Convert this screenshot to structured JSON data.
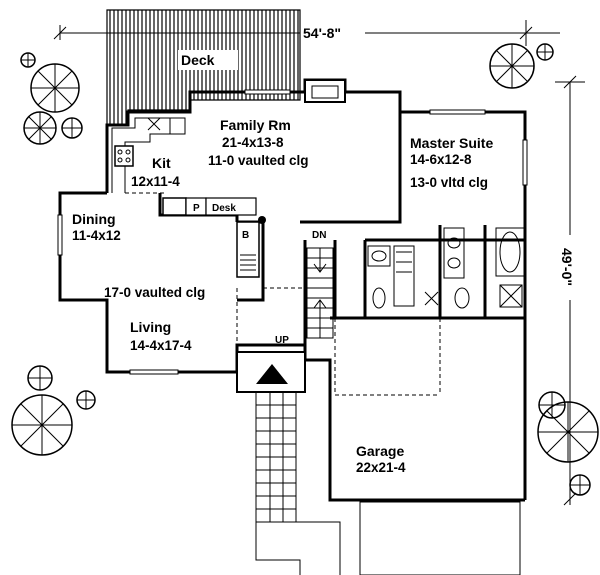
{
  "dimensions": {
    "width_label": "54'-8\"",
    "depth_label": "49'-0\""
  },
  "rooms": {
    "deck": {
      "name": "Deck"
    },
    "family": {
      "name": "Family Rm",
      "size": "21-4x13-8",
      "note": "11-0 vaulted clg"
    },
    "master": {
      "name": "Master Suite",
      "size": "14-6x12-8",
      "note": "13-0 vltd clg"
    },
    "kit": {
      "name": "Kit",
      "size": "12x11-4"
    },
    "dining": {
      "name": "Dining",
      "size": "11-4x12"
    },
    "living": {
      "name": "Living",
      "size": "14-4x17-4",
      "note": "17-0 vaulted clg"
    },
    "garage": {
      "name": "Garage",
      "size": "22x21-4"
    }
  },
  "labels": {
    "pantry": "P",
    "desk": "Desk",
    "bar": "B",
    "down": "DN",
    "up": "UP"
  }
}
